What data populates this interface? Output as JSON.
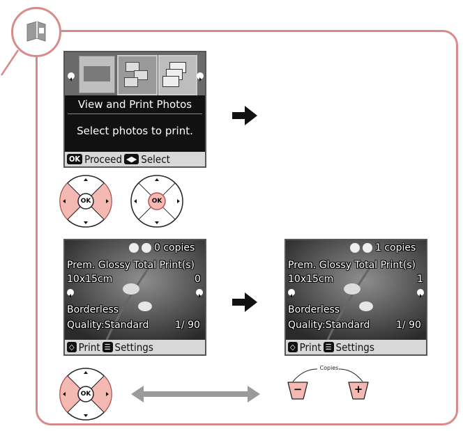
{
  "screen1": {
    "title": "View and Print Photos",
    "message": "Select photos to print.",
    "key_ok": "OK",
    "proceed": "Proceed",
    "select": "Select"
  },
  "screen2": {
    "copies": "0 copies",
    "paper_line": "Prem. Glossy Total Print(s)",
    "size": "10x15cm",
    "total": "0",
    "layout": "Borderless",
    "quality": "Quality:Standard",
    "counter": "1/ 90",
    "print": "Print",
    "settings": "Settings"
  },
  "screen3": {
    "copies": "1 copies",
    "paper_line": "Prem. Glossy Total Print(s)",
    "size": "10x15cm",
    "total": "1",
    "layout": "Borderless",
    "quality": "Quality:Standard",
    "counter": "1/ 90",
    "print": "Print",
    "settings": "Settings"
  },
  "dpad_label": "OK",
  "copies_label": "Copies",
  "minus_label": "−",
  "plus_label": "+",
  "colors": {
    "accent": "#d98a8a",
    "pad_fill": "#f3b9b2"
  }
}
